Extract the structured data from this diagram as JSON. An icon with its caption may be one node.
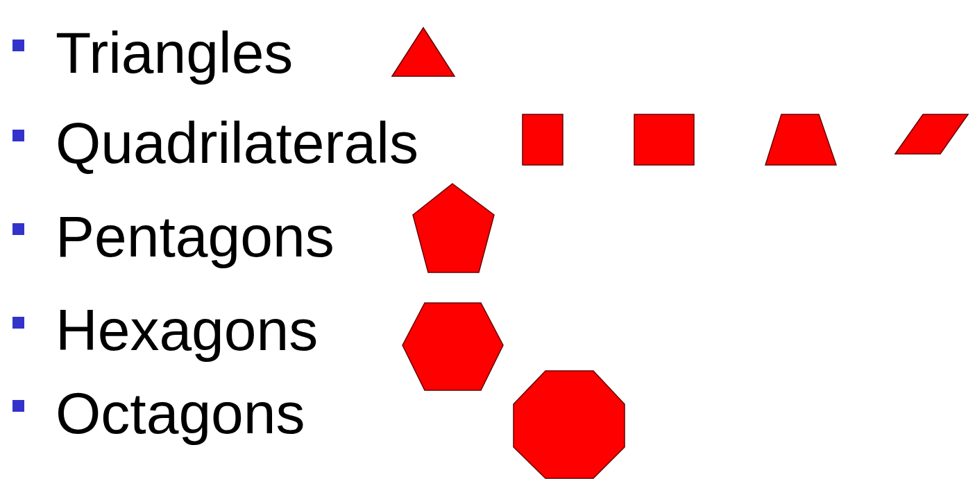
{
  "diagram": {
    "labels": [
      "Triangles",
      "Quadrilaterals",
      "Pentagons",
      "Hexagons",
      "Octagons"
    ]
  }
}
